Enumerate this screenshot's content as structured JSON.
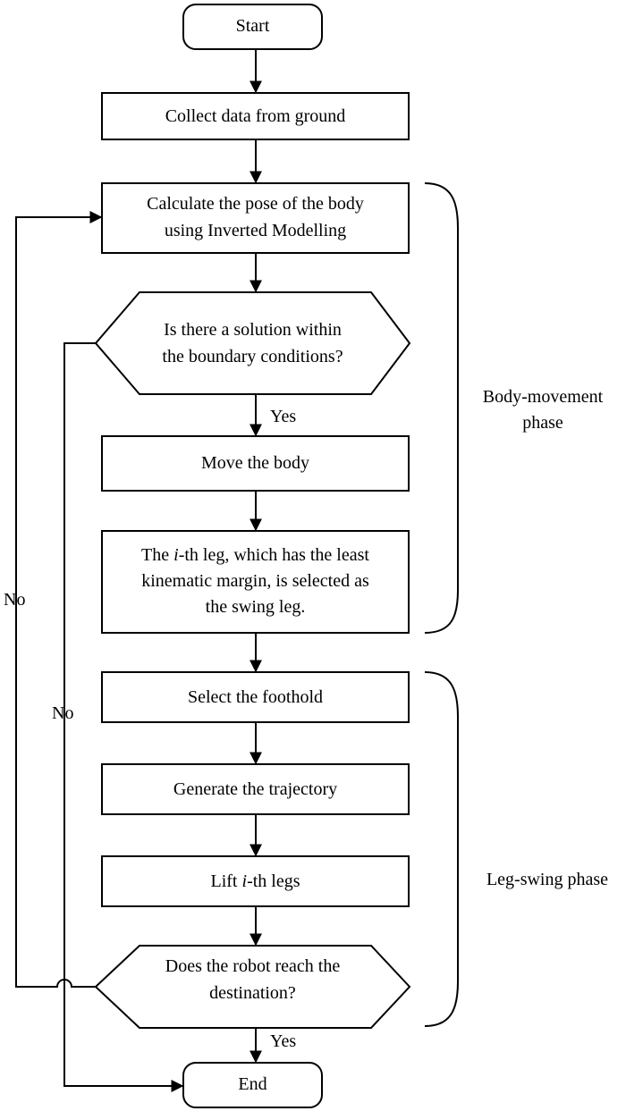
{
  "nodes": {
    "start": "Start",
    "collect": "Collect data from ground",
    "calc_line1": "Calculate the pose of the body",
    "calc_line2": "using Inverted Modelling",
    "decision1_line1": "Is there a solution within",
    "decision1_line2": "the boundary conditions?",
    "move": "Move the body",
    "select_leg_line1_prefix": "The ",
    "select_leg_line1_italic": "i",
    "select_leg_line1_suffix": "-th leg, which has the least",
    "select_leg_line2": "kinematic margin, is selected as",
    "select_leg_line3": "the swing leg.",
    "foothold": "Select the foothold",
    "trajectory": "Generate the trajectory",
    "lift_prefix": "Lift ",
    "lift_italic": "i",
    "lift_suffix": "-th legs",
    "decision2_line1": "Does the robot reach the",
    "decision2_line2": "destination?",
    "end": "End"
  },
  "edge_labels": {
    "yes1": "Yes",
    "yes2": "Yes",
    "no_outer": "No",
    "no_inner": "No"
  },
  "phases": {
    "body_line1": "Body-movement",
    "body_line2": "phase",
    "leg": "Leg-swing phase"
  }
}
